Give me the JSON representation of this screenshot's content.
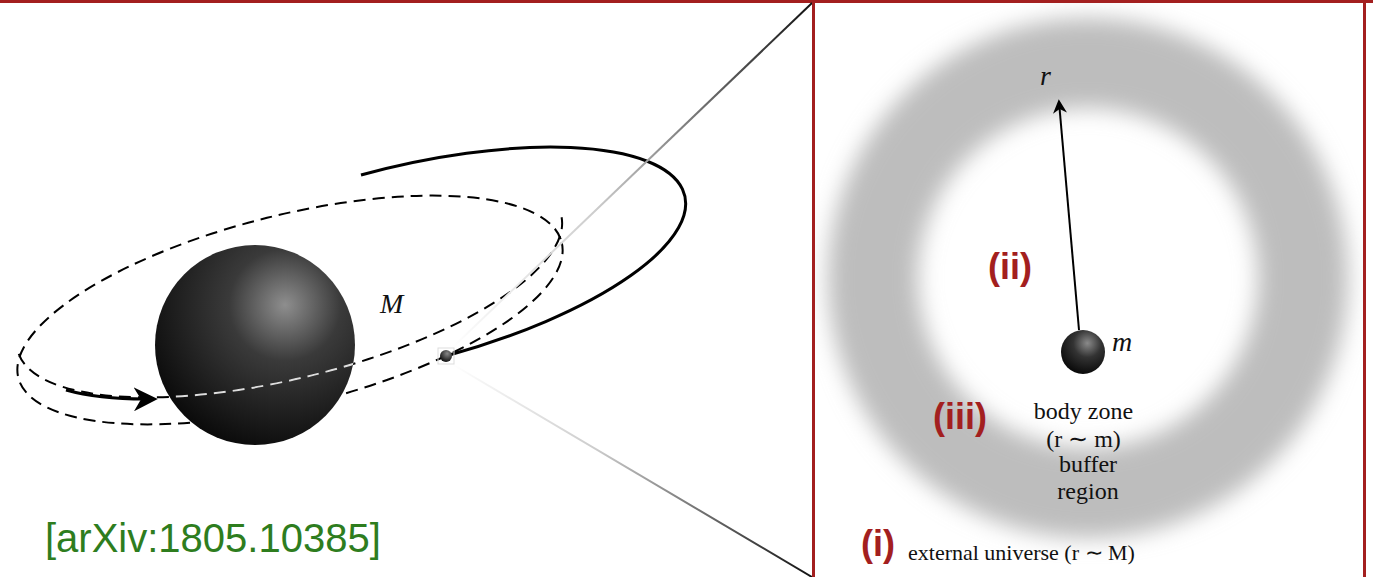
{
  "diagram": {
    "nodes": [
      {
        "text": [
          "(i)",
          "external universe (r ∼ M)"
        ]
      },
      {
        "text": [
          "(iii)",
          "buffer region"
        ],
        "in": 0
      },
      {
        "text": [
          "(ii)",
          "body zone (r ∼ m)"
        ],
        "in": 1
      }
    ],
    "labels": [
      "M",
      "[arXiv:1805.10385]",
      "r",
      "m"
    ]
  }
}
